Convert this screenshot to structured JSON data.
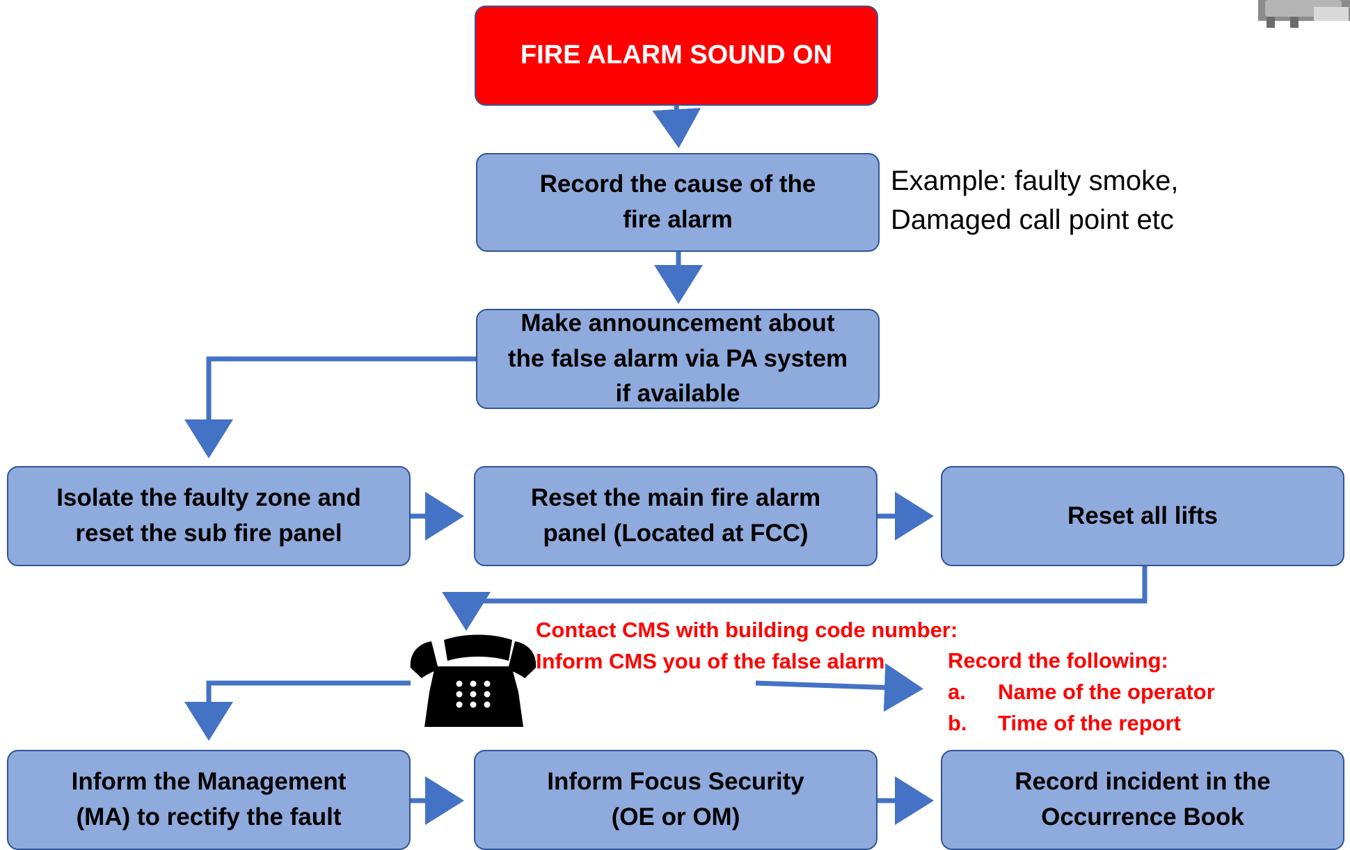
{
  "steps": {
    "fire_alarm": "FIRE ALARM SOUND ON",
    "record_cause": [
      "Record the cause of the",
      "fire alarm"
    ],
    "announcement": [
      "Make announcement about",
      "the false alarm via PA system",
      "if available"
    ],
    "isolate_zone": [
      "Isolate the faulty zone and",
      "reset the sub fire panel"
    ],
    "reset_main_panel": [
      "Reset the main fire alarm",
      "panel (Located at FCC)"
    ],
    "reset_lifts": "Reset all lifts",
    "inform_management": [
      "Inform the Management",
      "(MA) to rectify the fault"
    ],
    "inform_security": [
      "Inform Focus Security",
      "(OE or OM)"
    ],
    "record_incident": [
      "Record incident in the",
      "Occurrence Book"
    ]
  },
  "notes": {
    "example": [
      "Example: faulty smoke,",
      "Damaged call point etc"
    ],
    "contact_cms": [
      "Contact CMS with building code number:",
      "Inform CMS you of the false alarm"
    ],
    "record_following": {
      "heading": "Record the following:",
      "items": [
        {
          "marker": "a.",
          "text": "Name of the operator"
        },
        {
          "marker": "b.",
          "text": "Time of the report"
        }
      ]
    }
  },
  "icons": {
    "telephone": "telephone-icon"
  },
  "colors": {
    "box_fill": "#8faadc",
    "box_border": "#2f5597",
    "alarm_fill": "#ff0000",
    "arrow": "#4472c4",
    "highlight_text": "#ff0000"
  }
}
